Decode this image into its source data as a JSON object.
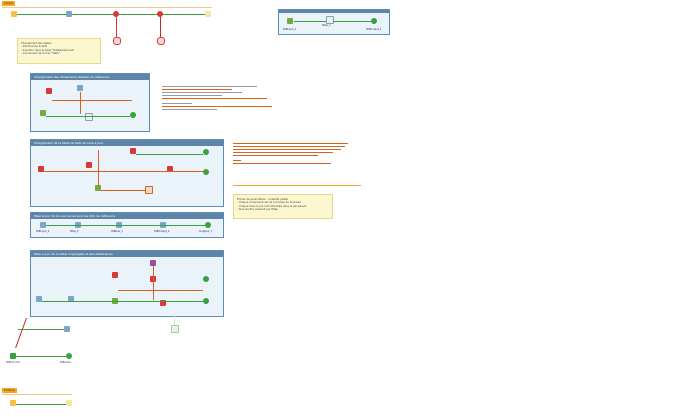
{
  "tabs": {
    "top": "Prejob",
    "bottom": "Postjob"
  },
  "notes": {
    "top_left": [
      "Chargement des tables :",
      "- Dimensions & faits",
      "- Injection dans la base \"Datawarehouse\"",
      "- Lancement de la Vue \"Stats\""
    ],
    "mid_right": [
      "Fichier de paramètres : contexte global",
      "- chaque composant est lié à la base de données",
      "- chaque mise à jour doit être faite dans le job parent",
      "- tous les flux passent par tMap"
    ]
  },
  "panels": {
    "p1": "Chargement des dimensions (tables) de référence",
    "p2": "Chargement de la table de faits et mise à jour",
    "p3": "Mise à jour de la vue via les sources SQL de référence",
    "p4": "Mise à jour de la table d'agrégats et des statistiques"
  },
  "labels": {
    "mini": [
      "tDBInput_1",
      "tMap_1",
      "tDBOutput_1"
    ],
    "p3": [
      "tDBInput_2",
      "tMap_2",
      "tDBRow_1",
      "tDBOutput_2",
      "tLogRow_1"
    ],
    "bottom": [
      "tDBCommit",
      "tDBClose"
    ]
  },
  "colors": {
    "accent": "#f5a623",
    "panel_head": "#5e85a8",
    "link": "#d9621d",
    "ok": "#3aa040"
  }
}
